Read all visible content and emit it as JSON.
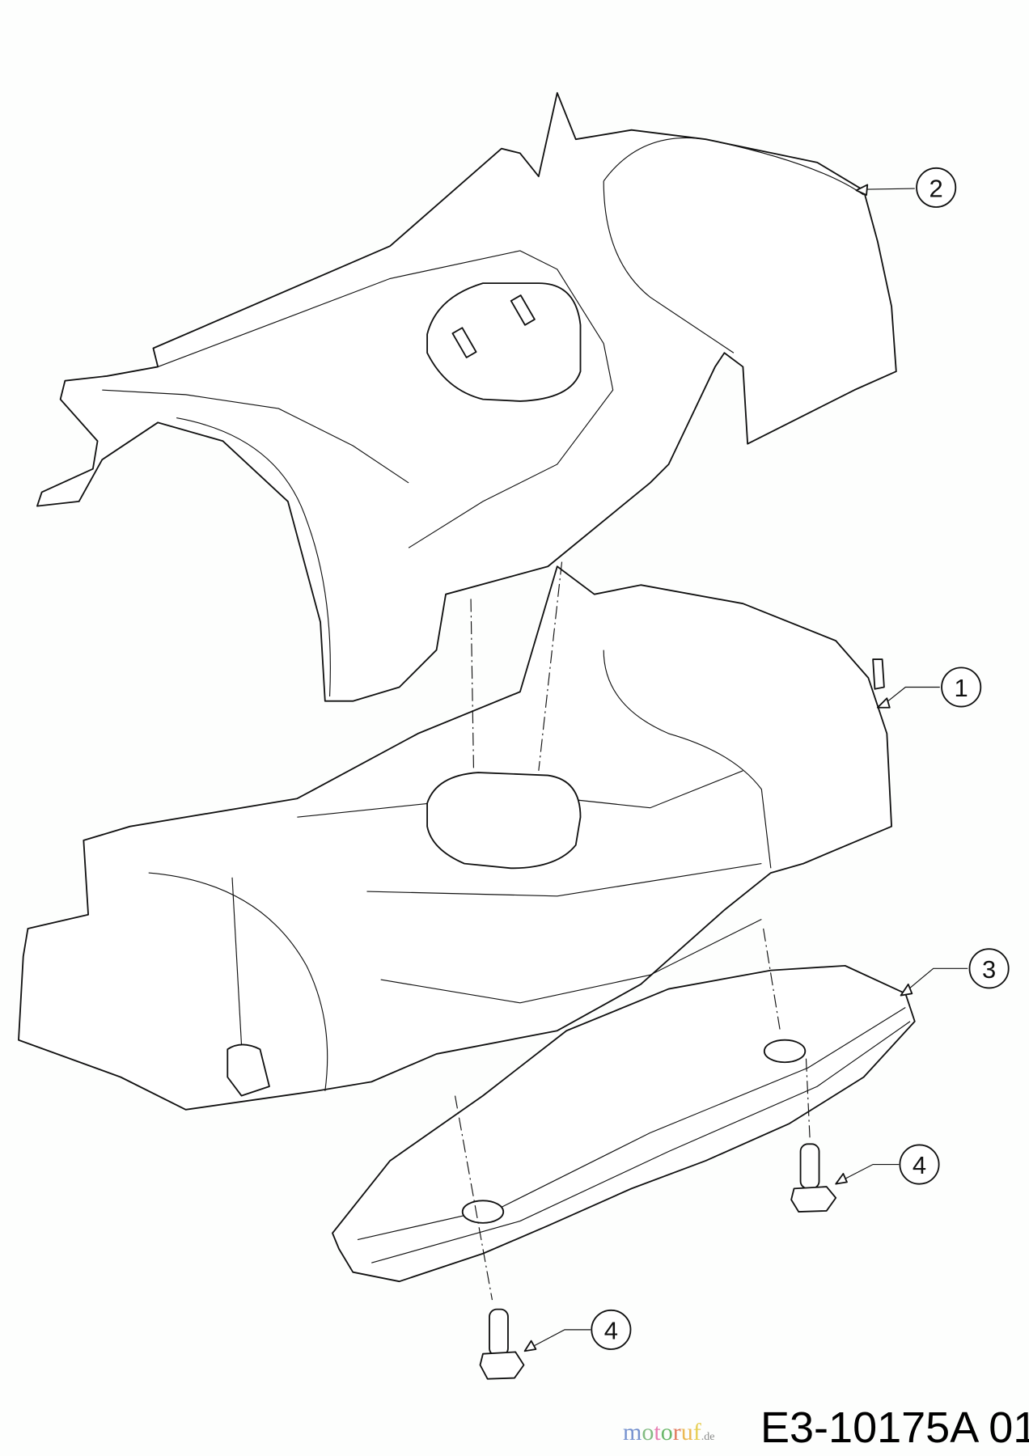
{
  "diagram": {
    "drawing_code": "E3-10175A 01",
    "watermark": "motoruf.de",
    "callouts": [
      {
        "number": "1",
        "part": "lower-housing"
      },
      {
        "number": "2",
        "part": "upper-cover"
      },
      {
        "number": "3",
        "part": "front-bumper"
      },
      {
        "number": "4",
        "part": "bolt-right"
      },
      {
        "number": "4",
        "part": "bolt-left"
      }
    ],
    "line_color": "#111111",
    "background": "#fdfefd"
  }
}
